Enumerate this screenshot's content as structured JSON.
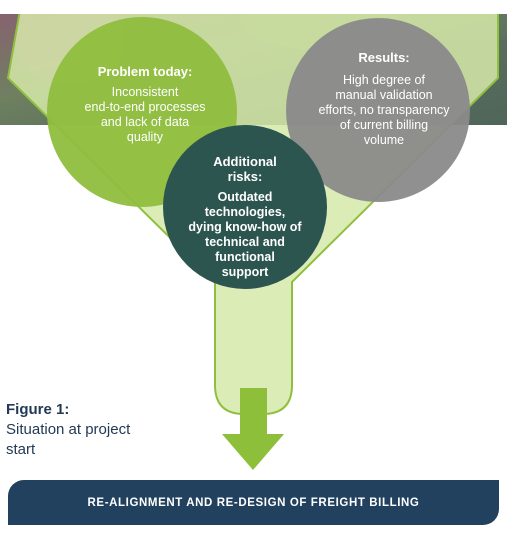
{
  "circles": {
    "problem": {
      "title": "Problem today:",
      "body": [
        "Inconsistent",
        "end-to-end processes",
        "and lack of data",
        "quality"
      ]
    },
    "results": {
      "title": "Results:",
      "body": [
        "High degree of",
        "manual validation",
        "efforts, no transparency",
        "of current billing",
        "volume"
      ]
    },
    "risks": {
      "title": [
        "Additional",
        "risks:"
      ],
      "body": [
        "Outdated technologies,",
        "dying know-how of",
        "technical and functional",
        "support"
      ]
    }
  },
  "caption": {
    "title": "Figure 1:",
    "lines": [
      "Situation at project",
      "start"
    ]
  },
  "banner": {
    "label": "RE-ALIGNMENT AND RE-DESIGN OF FREIGHT BILLING"
  },
  "colors": {
    "funnel_fill": "#d6e9a9",
    "funnel_stroke": "#8fbf3e",
    "problem_circle": "#8fbe3e",
    "results_circle": "#8a8a8a",
    "risks_circle": "#2d5550",
    "arrow": "#8dbf3a",
    "banner": "#21415f",
    "caption_text": "#223a55"
  },
  "background_image": "photo-of-workers"
}
